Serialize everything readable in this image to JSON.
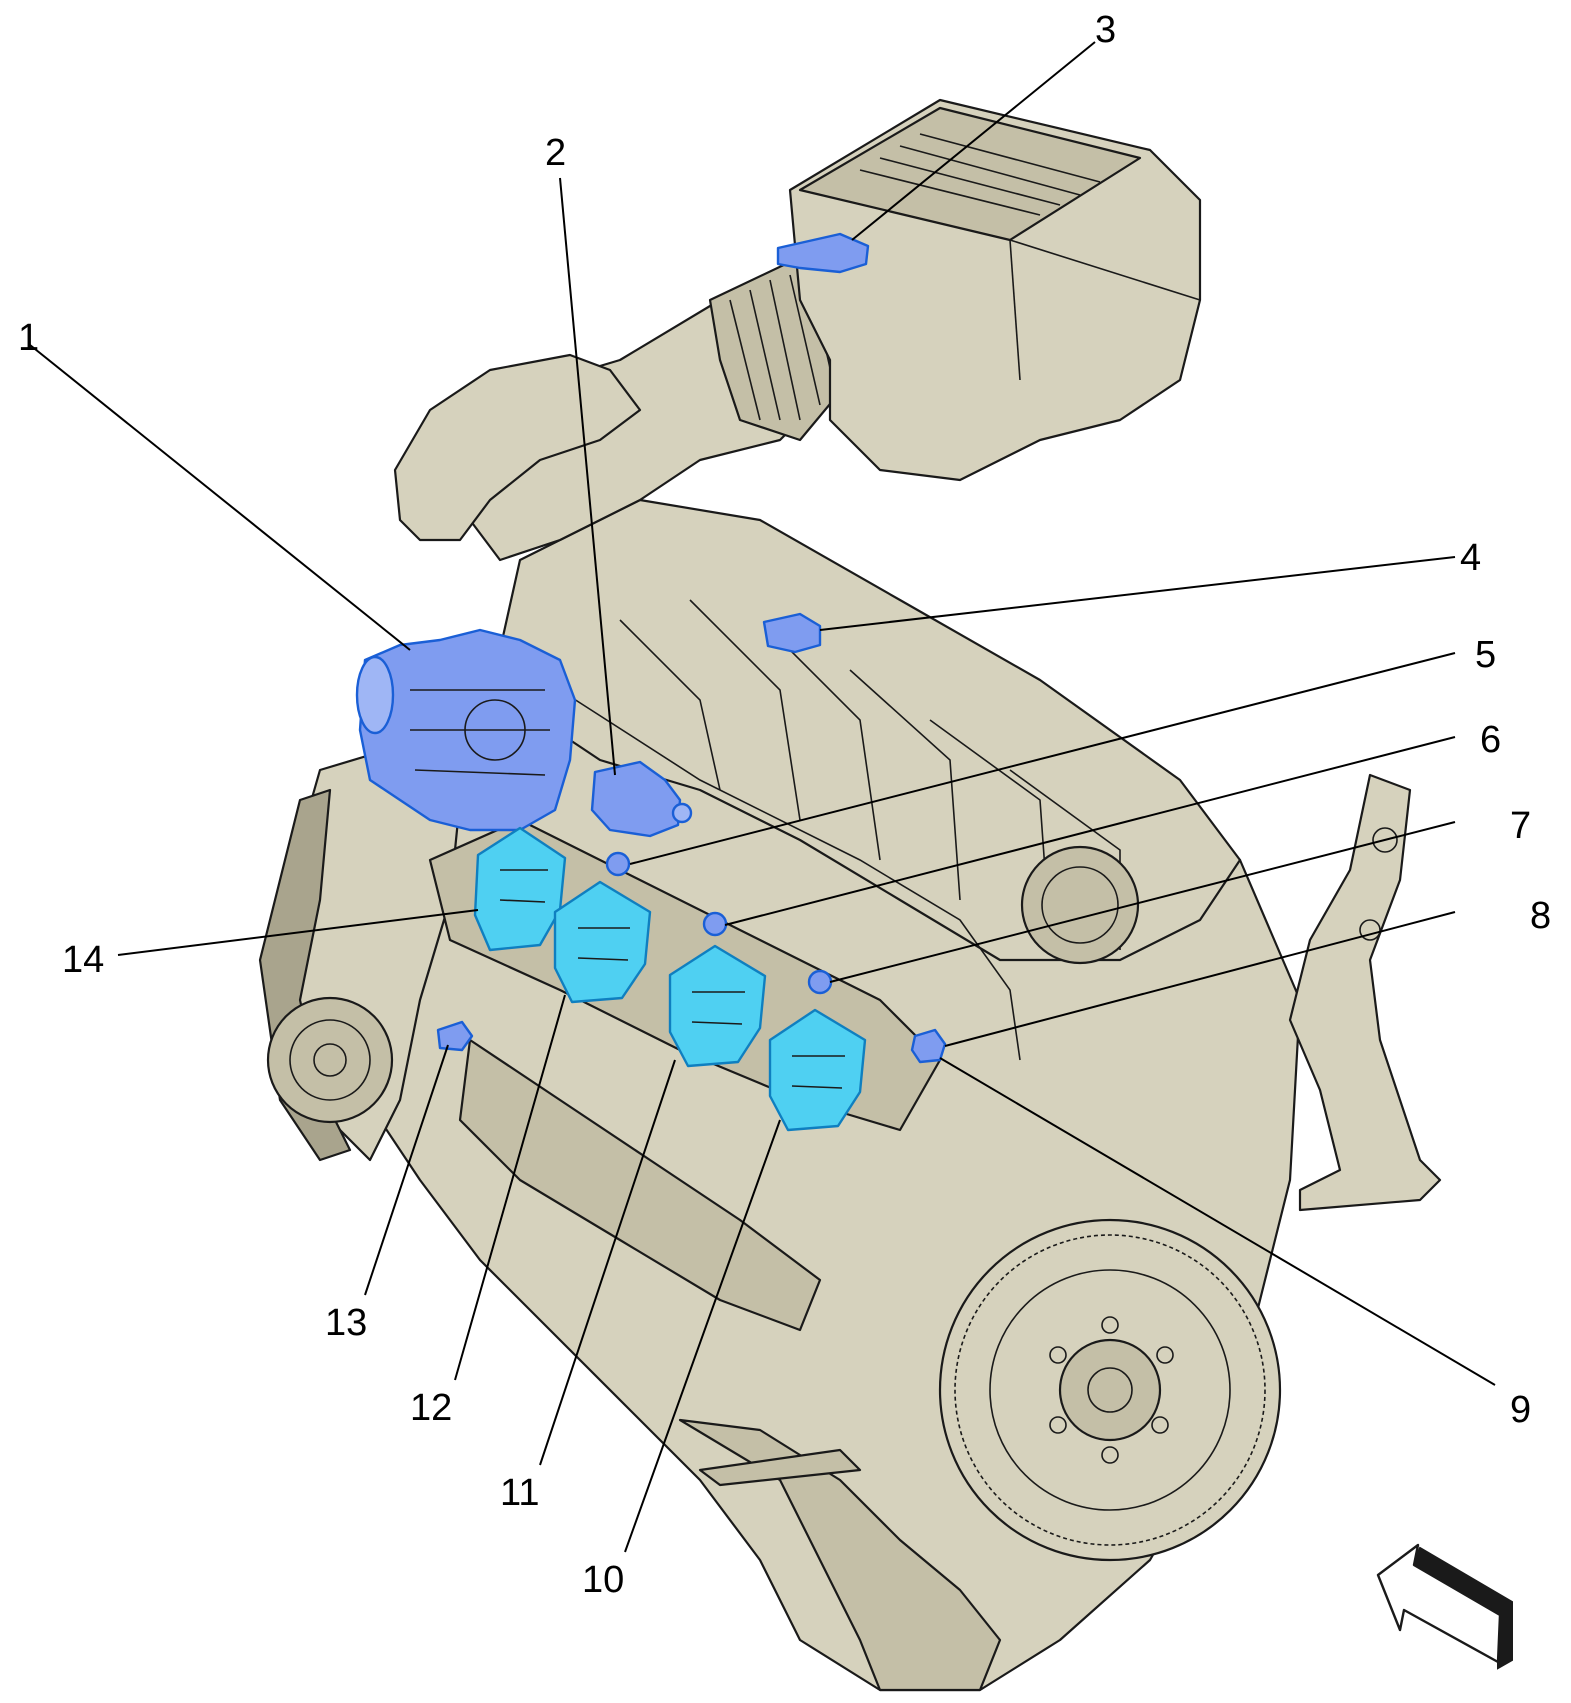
{
  "colors": {
    "engine_fill": "#d6d2bd",
    "engine_shade": "#c4bfa7",
    "engine_dark": "#a9a48d",
    "outline": "#1a1a1a",
    "highlight_blue": "#7f9cf0",
    "highlight_blue_stroke": "#1a5fd6",
    "coil_cyan": "#4fd0f2",
    "coil_cyan_stroke": "#0f7fc0",
    "callout_text": "#000000"
  },
  "callouts": {
    "c1": "1",
    "c2": "2",
    "c3": "3",
    "c4": "4",
    "c5": "5",
    "c6": "6",
    "c7": "7",
    "c8": "8",
    "c9": "9",
    "c10": "10",
    "c11": "11",
    "c12": "12",
    "c13": "13",
    "c14": "14"
  },
  "icons": {
    "direction_arrow": "front-direction-arrow-icon"
  }
}
